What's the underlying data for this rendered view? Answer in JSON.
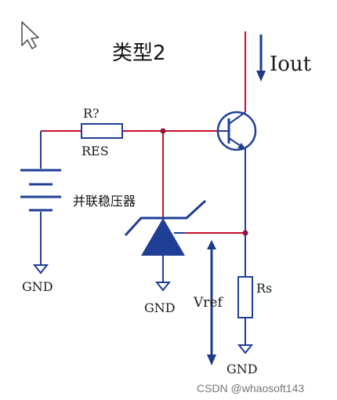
{
  "title": "类型2",
  "labels": {
    "resistor_ref": "R?",
    "resistor_value": "RES",
    "shunt_regulator": "并联稳压器",
    "output_current": "Iout",
    "reference_voltage": "Vref",
    "sense_resistor": "Rs",
    "gnd_battery": "GND",
    "gnd_regulator": "GND",
    "gnd_rs": "GND"
  },
  "watermark": "CSDN @whaosoft143",
  "colors": {
    "wire_red": "#c8102e",
    "component_blue": "#1f3f95",
    "arrow_blue": "#1d3a8c",
    "text": "#1a1a1a"
  },
  "icons": {
    "cursor": "mouse-pointer-icon"
  }
}
